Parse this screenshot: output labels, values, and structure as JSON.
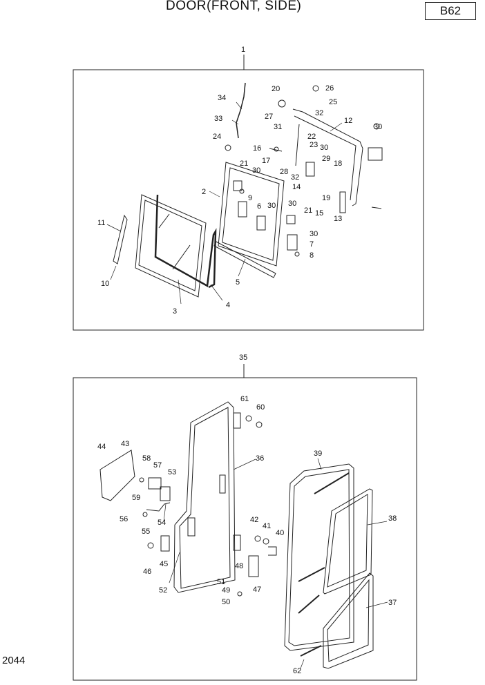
{
  "header": {
    "title": "DOOR(FRONT, SIDE)",
    "page_code": "B62",
    "sheet_number": "2044"
  },
  "groups": [
    {
      "id": "front",
      "assembly_label": "1"
    },
    {
      "id": "side",
      "assembly_label": "35"
    }
  ],
  "front_labels": [
    "2",
    "3",
    "4",
    "5",
    "6",
    "7",
    "8",
    "9",
    "10",
    "11",
    "12",
    "13",
    "14",
    "15",
    "16",
    "17",
    "18",
    "19",
    "20",
    "21",
    "21",
    "22",
    "23",
    "24",
    "25",
    "26",
    "27",
    "28",
    "29",
    "30",
    "30",
    "30",
    "30",
    "30",
    "30",
    "31",
    "32",
    "32",
    "33",
    "34"
  ],
  "side_labels": [
    "36",
    "37",
    "38",
    "39",
    "40",
    "41",
    "42",
    "43",
    "44",
    "45",
    "46",
    "47",
    "48",
    "49",
    "50",
    "51",
    "52",
    "53",
    "54",
    "55",
    "56",
    "57",
    "58",
    "59",
    "60",
    "61",
    "62"
  ]
}
